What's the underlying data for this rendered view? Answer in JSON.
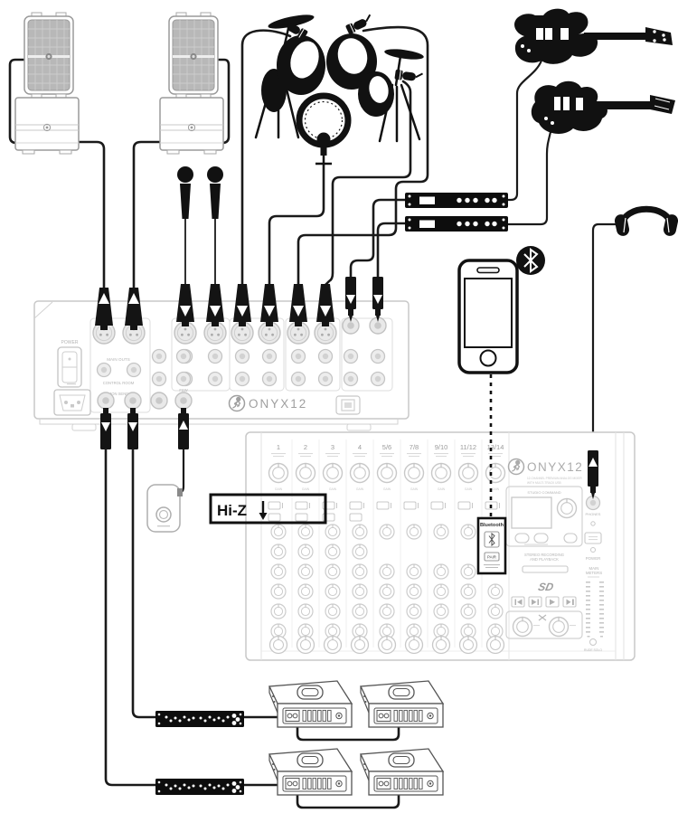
{
  "hi_z_callout": {
    "label": "Hi-Z",
    "arrow": "↓"
  },
  "mixer_rear": {
    "brand": "ONYX12",
    "power_label": "POWER",
    "main_outs_label": "MAIN OUTS",
    "control_room_label": "CONTROL ROOM",
    "mon_send_label": "MON SEND",
    "fsw_label": "FSW"
  },
  "mixer_top": {
    "brand": "ONYX12",
    "tagline_line1": "12-CHANNEL PREMIUM ANALOG MIXER",
    "tagline_line2": "WITH MULTI-TRACK USB",
    "channels": [
      "1",
      "2",
      "3",
      "4",
      "5/6",
      "7/8",
      "9/10",
      "11/12",
      "13/14"
    ],
    "gain_label": "GAIN",
    "studio_command_label": "STUDIO COMMAND",
    "recording_label_line1": "STEREO RECORDING",
    "recording_label_line2": "AND PLAYBACK",
    "sd_label": "SD",
    "phones_label": "PHONES",
    "power_label": "POWER",
    "meters_label_line1": "MAIN",
    "meters_label_line2": "METERS",
    "rude_solo_label": "RUDE SOLO",
    "bluetooth_label": "Bluetooth",
    "pair_label": "PAIR"
  }
}
